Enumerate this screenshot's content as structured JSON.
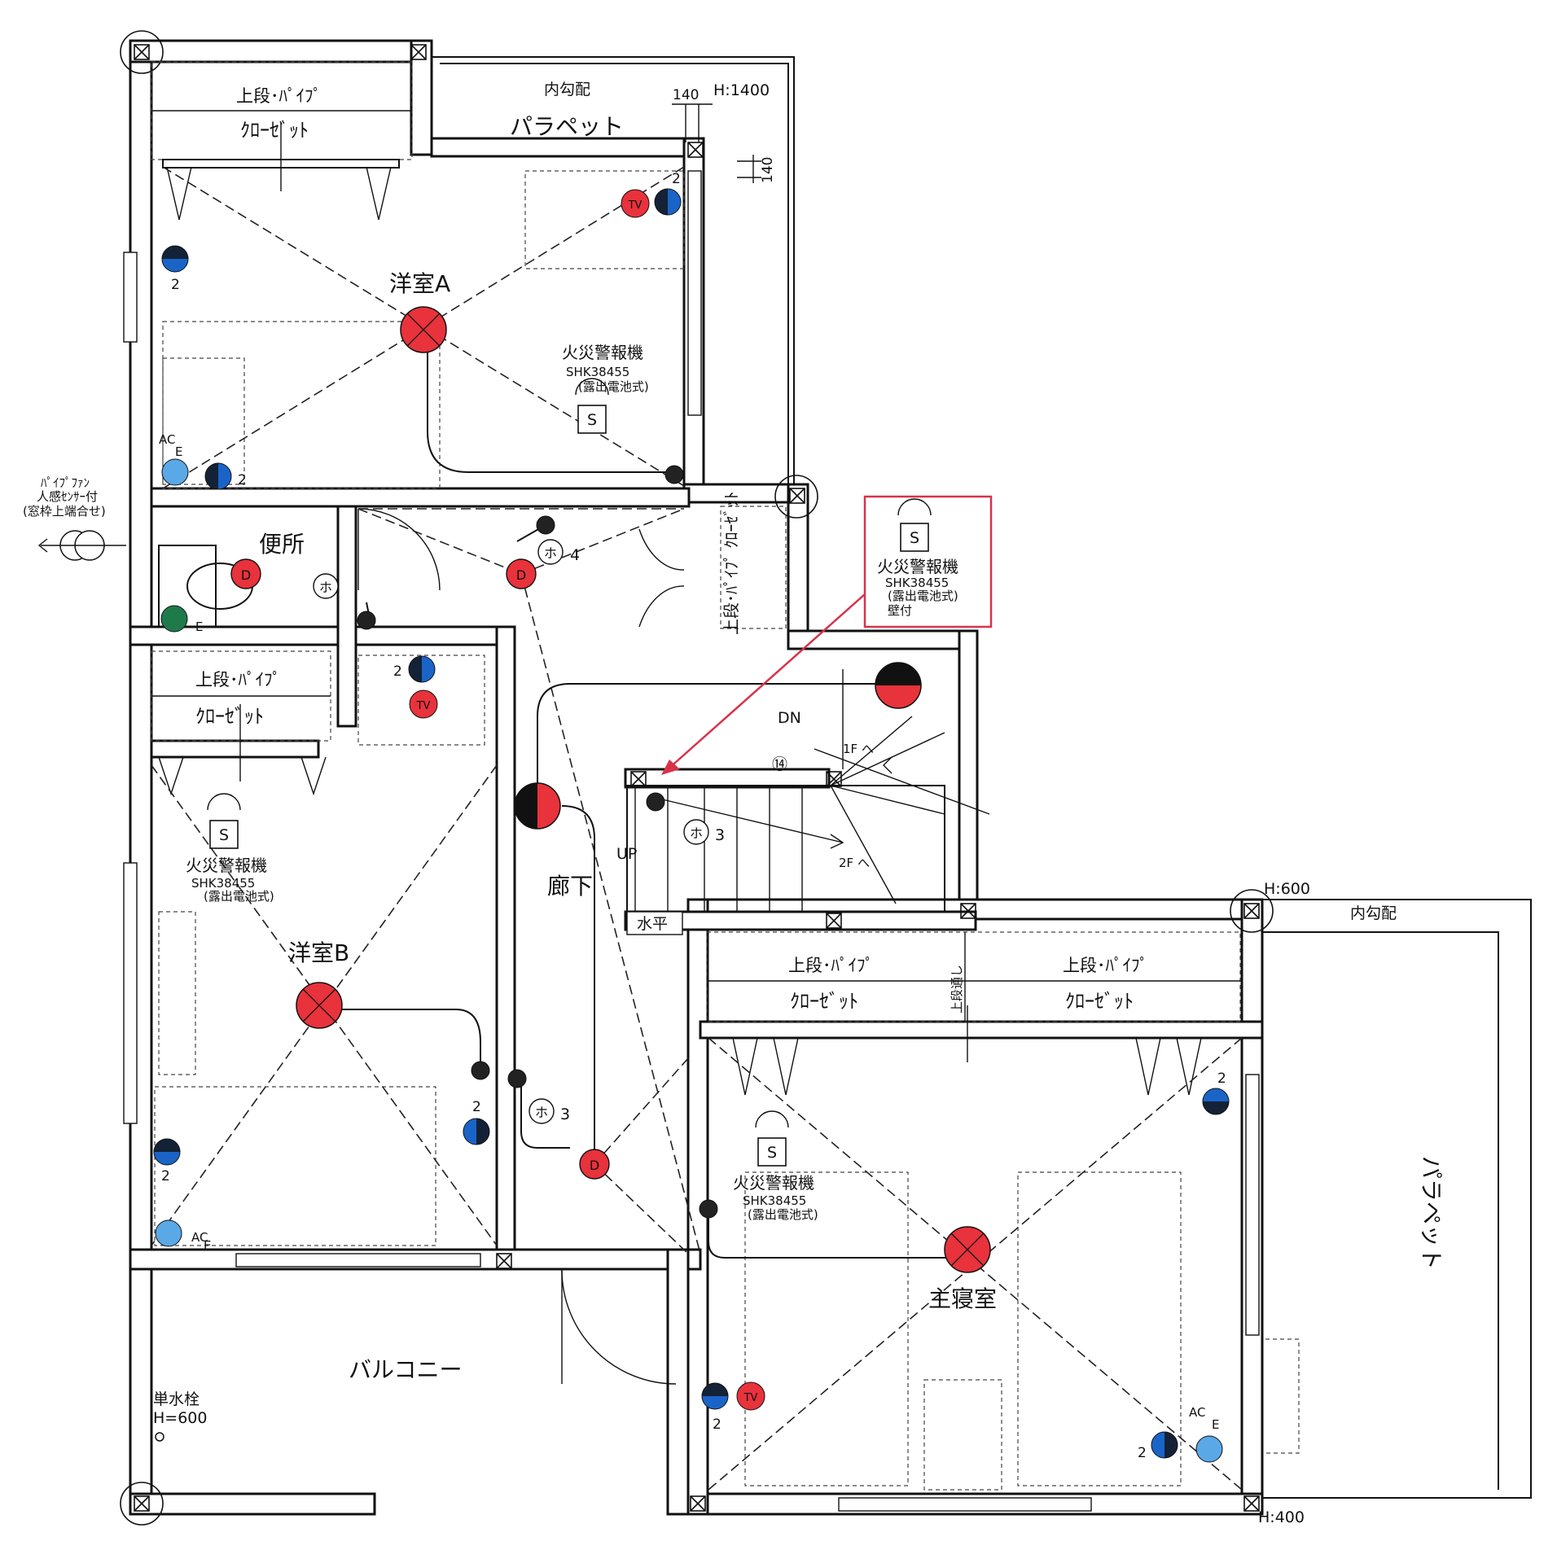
{
  "rooms": {
    "yoshitsu_a": "洋室A",
    "yoshitsu_b": "洋室B",
    "shushinshitsu": "主寝室",
    "benjo": "便所",
    "roka": "廊下",
    "balcony": "バルコニー"
  },
  "closets": {
    "upper": "上段･ﾊﾟｲﾌﾟ",
    "closet": "ｸﾛｰｾﾞｯﾄ",
    "vertical": "上段･ﾊﾟｲﾌﾟ ｸﾛｰｾﾞｯﾄ",
    "vertical_small": "上段通し"
  },
  "roof": {
    "parapet": "パラペット",
    "uchikobai": "内勾配",
    "h1400": "H:1400",
    "h600": "H:600",
    "h400": "H:400",
    "dim140": "140"
  },
  "alarm": {
    "title": "火災警報機",
    "model": "SHK38455",
    "type": "(露出電池式)",
    "wall": "壁付",
    "symbol": "S"
  },
  "fan": {
    "line1": "ﾊﾟｲﾌﾟﾌｧﾝ",
    "line2": "人感ｾﾝｻｰ付",
    "line3": "(窓枠上端合せ)"
  },
  "stairs": {
    "dn": "DN",
    "up": "UP",
    "to1f": "1F へ",
    "to2f": "2F へ",
    "count": "⑭",
    "suihei": "水平"
  },
  "faucet": {
    "line1": "単水栓",
    "line2": "H=600"
  },
  "switch": {
    "ho": "ホ",
    "n4": "4",
    "n3a": "3",
    "n3b": "3"
  },
  "outlet": {
    "two": "2",
    "ac": "AC",
    "e": "E",
    "tv": "TV",
    "d": "D"
  },
  "colors": {
    "light_red": "#e8323c",
    "outlet_blue": "#1a64c8",
    "outlet_light_blue": "#5aa8e6",
    "earth_green": "#1e7a4a",
    "annotation_red": "#d8324a"
  }
}
